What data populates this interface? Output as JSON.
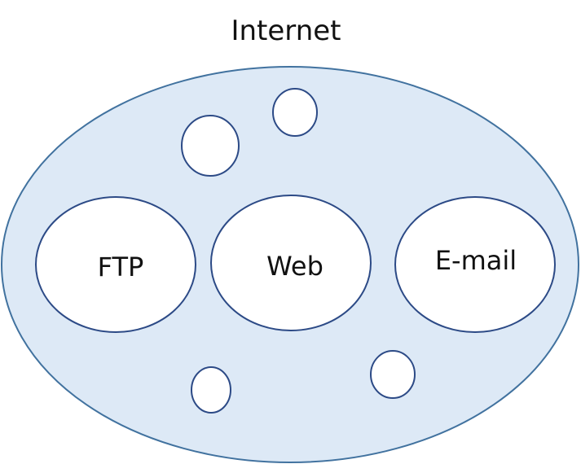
{
  "diagram": {
    "title": "Internet",
    "nodes": [
      {
        "id": "ftp",
        "label": "FTP"
      },
      {
        "id": "web",
        "label": "Web"
      },
      {
        "id": "email",
        "label": "E-mail"
      }
    ],
    "unlabeled_circles": 4,
    "colors": {
      "outer_fill": "#dde9f6",
      "outer_stroke": "#41729f",
      "inner_fill": "#ffffff",
      "inner_stroke": "#2c4a86"
    }
  }
}
